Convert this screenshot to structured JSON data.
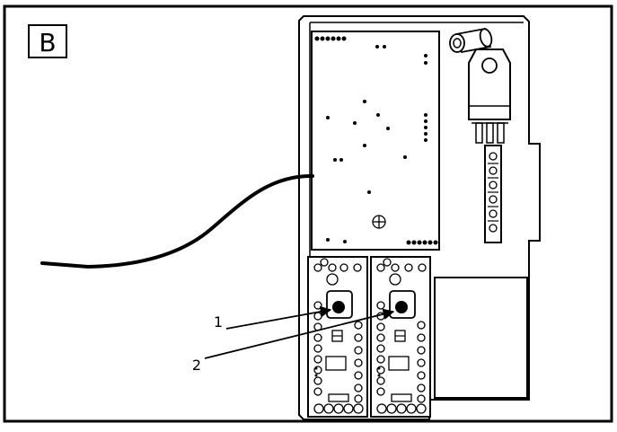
{
  "figure": {
    "panel_label": "B",
    "callouts": [
      {
        "label": "1"
      },
      {
        "label": "2"
      }
    ]
  },
  "colors": {
    "ink": "#000000",
    "paper": "#ffffff"
  }
}
